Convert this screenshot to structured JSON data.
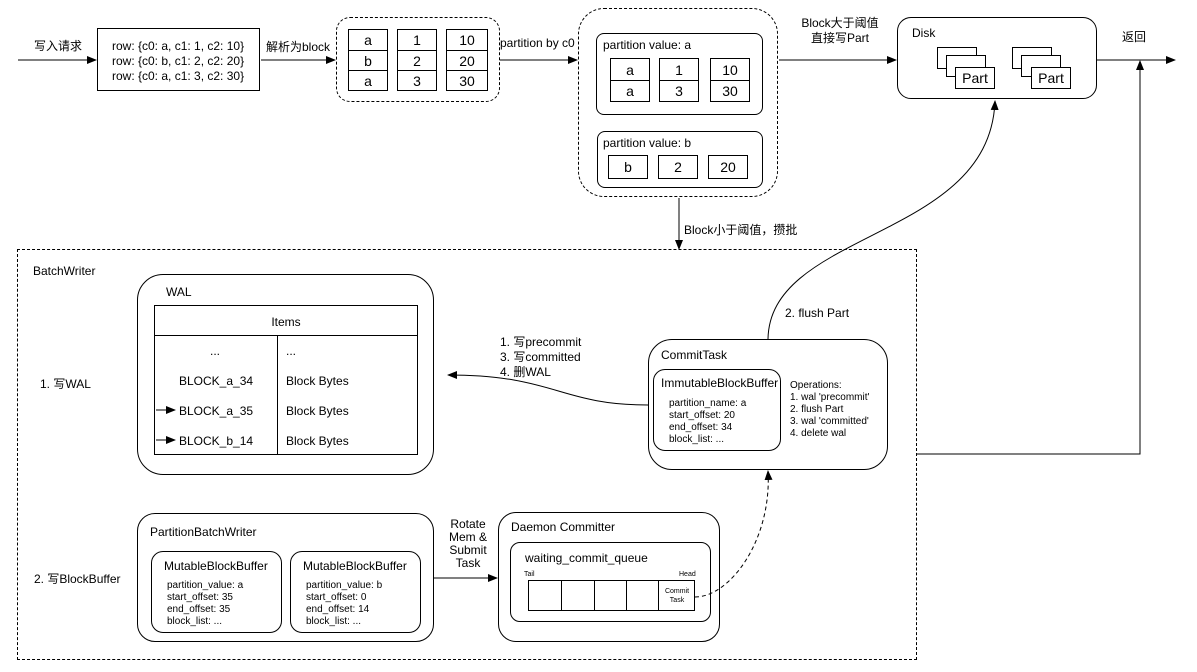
{
  "top": {
    "write_request": "写入请求",
    "rows": [
      "row: {c0: a, c1: 1, c2: 10}",
      "row: {c0: b, c1: 2, c2: 20}",
      "row: {c0: a, c1: 3, c2: 30}"
    ],
    "parse_label": "解析为block",
    "block_table": [
      [
        "a",
        "1",
        "10"
      ],
      [
        "b",
        "2",
        "20"
      ],
      [
        "a",
        "3",
        "30"
      ]
    ],
    "partition_by": "partition by c0",
    "partition_a_title": "partition value: a",
    "partition_a_rows": [
      [
        "a",
        "1",
        "10"
      ],
      [
        "a",
        "3",
        "30"
      ]
    ],
    "partition_b_title": "partition value: b",
    "partition_b_rows": [
      [
        "b",
        "2",
        "20"
      ]
    ],
    "block_large_line1": "Block大于阈值",
    "block_large_line2": "直接写Part",
    "disk_title": "Disk",
    "part_label": "Part",
    "return_label": "返回",
    "block_small": "Block小于阈值，攒批"
  },
  "batch_writer": {
    "title": "BatchWriter",
    "step1": "1. 写WAL",
    "step2": "2. 写BlockBuffer",
    "wal": {
      "title": "WAL",
      "header": "Items",
      "rows": [
        {
          "key": "...",
          "value": "..."
        },
        {
          "key": "BLOCK_a_34",
          "value": "Block Bytes"
        },
        {
          "key": "BLOCK_a_35",
          "value": "Block Bytes"
        },
        {
          "key": "BLOCK_b_14",
          "value": "Block Bytes"
        }
      ]
    },
    "commit_ops_labels": [
      "1. 写precommit",
      "3. 写committed",
      "4. 删WAL"
    ],
    "flush_part": "2. flush Part",
    "commit_task": {
      "title": "CommitTask",
      "immutable_title": "ImmutableBlockBuffer",
      "immutable_fields": [
        "partition_name: a",
        "start_offset: 20",
        "end_offset: 34",
        "block_list: ..."
      ],
      "operations": [
        "Operations:",
        "1. wal 'precommit'",
        "2. flush Part",
        "3. wal 'committed'",
        "4. delete wal"
      ]
    },
    "partition_batch_writer": {
      "title": "PartitionBatchWriter",
      "buffers": [
        {
          "title": "MutableBlockBuffer",
          "fields": [
            "partition_value: a",
            "start_offset: 35",
            "end_offset: 35",
            "block_list: ..."
          ]
        },
        {
          "title": "MutableBlockBuffer",
          "fields": [
            "partition_value: b",
            "start_offset: 0",
            "end_offset: 14",
            "block_list: ..."
          ]
        }
      ]
    },
    "rotate_label": [
      "Rotate",
      "Mem &",
      "Submit",
      "Task"
    ],
    "daemon": {
      "title": "Daemon Committer",
      "queue_title": "waiting_commit_queue",
      "tail": "Tail",
      "head": "Head",
      "commit_task_cell": [
        "Commit",
        "Task"
      ]
    }
  }
}
